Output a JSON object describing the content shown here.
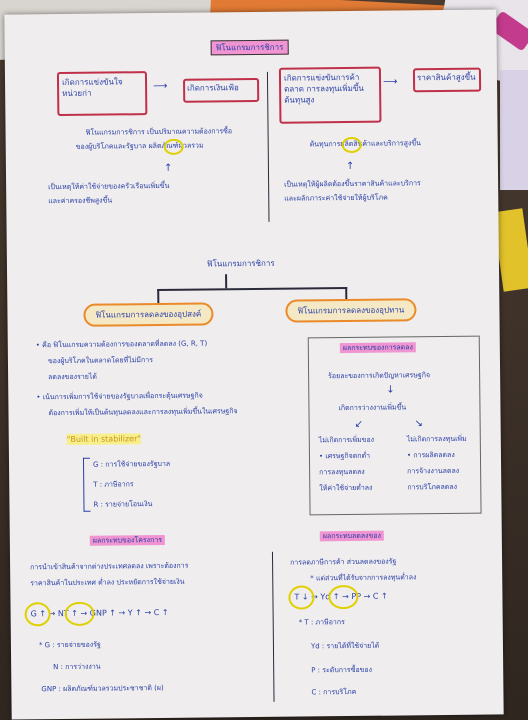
{
  "scene": {
    "title_top": "ฟิโนแกรมการชิการ",
    "left_top_box": "เกิดการแข่งขันใจ\nหน่วยก่า",
    "left_result_box": "เกิดการเงินเฟ้อ",
    "left_explain_1": "ฟิโนแกรมการชิการ เป็นปริมาณความต้องการซื้อ",
    "left_explain_2": "ของผู้บริโภคและรัฐบาล  ผลิตภัณฑ์มวลรวม",
    "left_explain_3": "เป็นเหตุให้ค่าใช้จ่ายของครัวเรือนเพิ่มขึ้น",
    "left_explain_4": "และค่าครองชีพสูงขึ้น",
    "right_top_box": "เกิดการแข่งขันการค้า\nตลาด การลงทุนเพิ่มขึ้น\nต้นทุนสูง",
    "right_result_box": "ราคาสินค้าสูงขึ้น",
    "right_explain_1": "ต้นทุนการผลิตสินค้าและบริการสูงขึ้น",
    "right_explain_2": "เป็นเหตุให้ผู้ผลิตต้องขึ้นราคาสินค้าและบริการ",
    "right_explain_3": "และผลักภาระค่าใช้จ่ายให้ผู้บริโภค",
    "tree_root": "ฟิโนแกรมการชิการ",
    "branch_left": "ฟิโนแกรมการลดลงของอุปสงค์",
    "branch_right": "ฟิโนแกรมการลดลงของอุปทาน",
    "mid_left_1": "• คือ ฟิโนแกรมความต้องการของตลาดที่ลดลง (G, R, T)",
    "mid_left_2": "ของผู้บริโภคในตลาดโดยที่ไม่มีการ",
    "mid_left_3": "ลดลงของรายได้",
    "mid_left_4": "• เน้นการเพิ่มการใช้จ่ายของรัฐบาลเพื่อกระตุ้นเศรษฐกิจ",
    "mid_left_5": "ต้องการเพิ่มให้เป็นต้นทุนลดลงและการลงทุนเพิ่มขึ้นในเศรษฐกิจ",
    "mid_left_quote": "\"Built in stabilizer\"",
    "list_g": "G : การใช้จ่ายของรัฐบาล",
    "list_t": "T : ภาษีอากร",
    "list_r": "R : รายจ่ายโอนเงิน",
    "side_title": "ผลกระทบของการลดลง",
    "side_1": "ร้อยละของการเกิดปัญหาเศรษฐกิจ",
    "side_2": "เกิดการว่างงานเพิ่มขึ้น",
    "side_3a": "ไม่เกิดการเพิ่มของ",
    "side_3b": "• เศรษฐกิจตกต่ำ",
    "side_3c": "การลงทุนลดลง",
    "side_3d": "ให้ค่าใช้จ่ายต่ำลง",
    "side_4a": "ไม่เกิดการลงทุนเพิ่ม",
    "side_4b": "• การผลิตลดลง",
    "side_4c": "การจ้างงานลดลง",
    "side_4d": "การบริโภคลดลง",
    "bottom_left_title": "ผลกระทบของโครงการ",
    "bl_1": "การนำเข้าสินค้าจากต่างประเทศลดลง เพราะต้องการ",
    "bl_2": "ราคาสินค้าในประเทศ  ต่ำลง  ประหยัดการใช้จ่ายเงิน",
    "bl_flow": "G ↑  →  NT ↑  →  GNP ↑  →  Y ↑  →  C ↑",
    "bl_g": "* G : รายจ่ายของรัฐ",
    "bl_n": "N : การว่างงาน",
    "bl_gnp": "GNP : ผลิตภัณฑ์มวลรวมประชาชาติ (ผ)",
    "bottom_right_title": "ผลกระทบลดลงของ",
    "br_1": "การลดภาษีการค้า ส่วนลดลงของรัฐ",
    "br_2": "* แต่ส่วนที่ได้รับจากการลงทุนต่ำลง",
    "br_flow": "T ↓  →  Yd ↑  →  PP  →  C ↑",
    "br_t": "* T : ภาษีอากร",
    "br_yd": "Yd : รายได้ที่ใช้จ่ายได้",
    "br_p": "P : ระดับการซื้อของ",
    "br_c": "C : การบริโภค"
  }
}
